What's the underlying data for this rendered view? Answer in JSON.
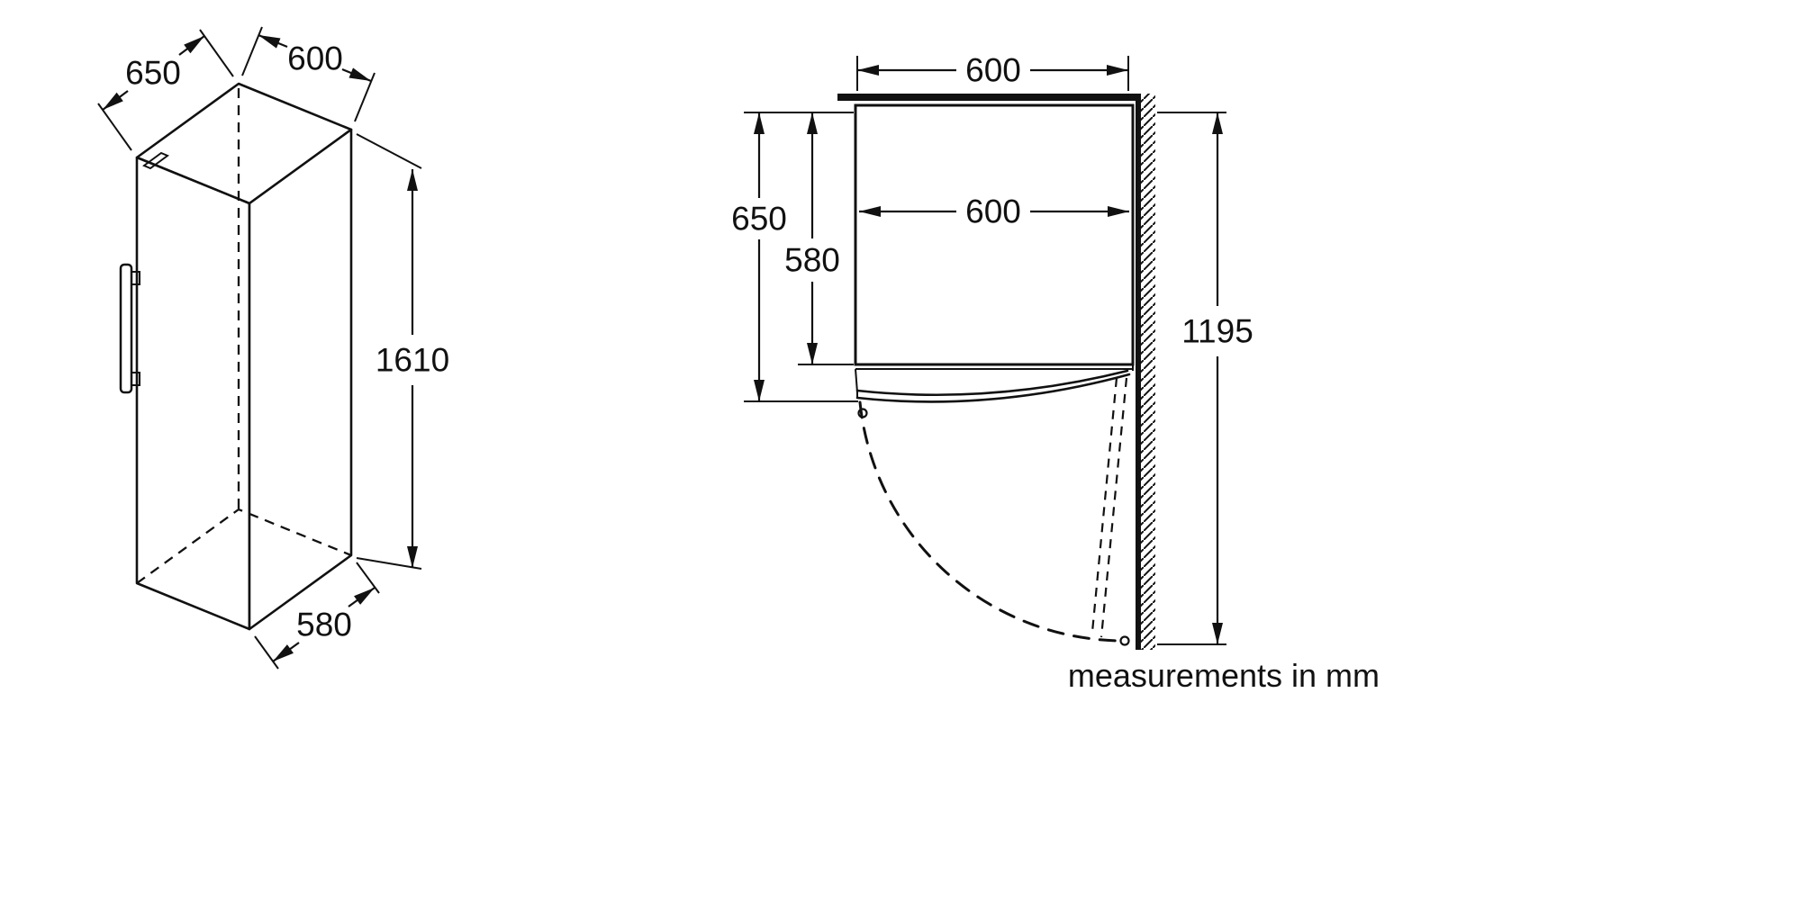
{
  "diagram": {
    "note": "measurements in mm",
    "iso_view": {
      "depth_top": "650",
      "width_top": "600",
      "height": "1610",
      "depth_bottom": "580"
    },
    "top_view": {
      "width_top": "600",
      "width_inner": "600",
      "depth_with_open_door": "650",
      "depth_body": "580",
      "wall_clearance": "1195"
    },
    "colors": {
      "line": "#111111",
      "background": "#ffffff"
    }
  }
}
